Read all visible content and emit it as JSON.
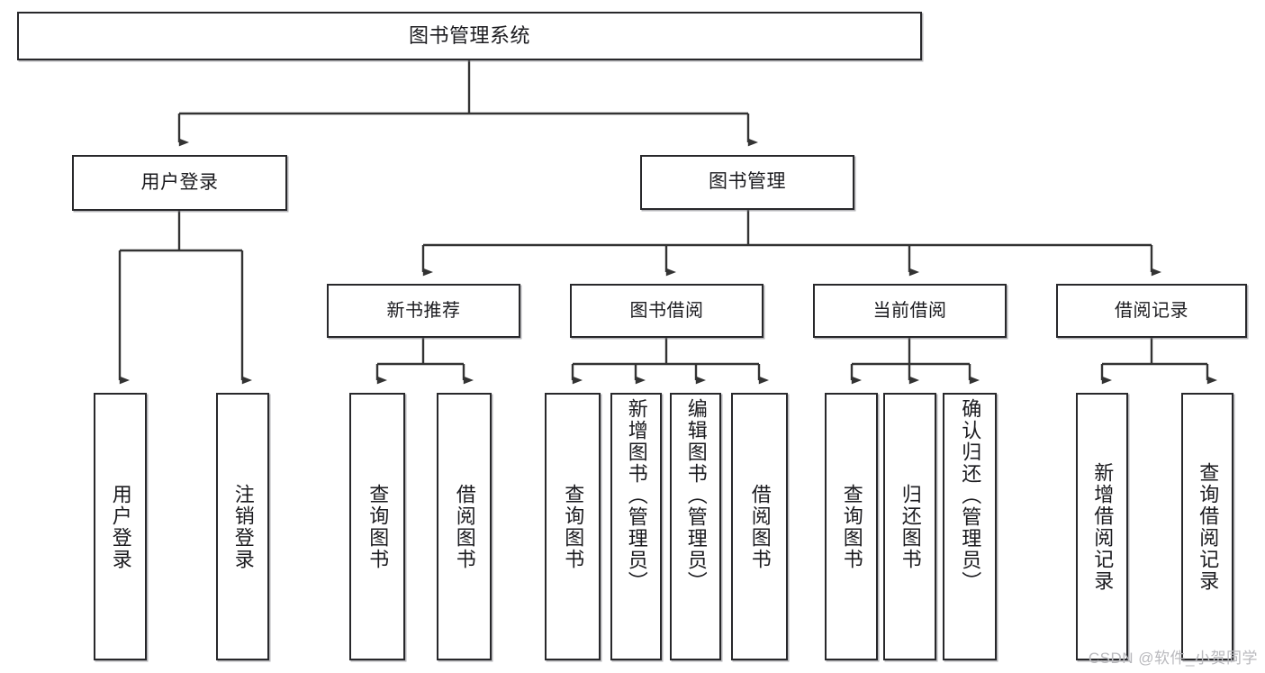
{
  "diagram": {
    "title_node": {
      "label": "图书管理系统"
    },
    "level2": [
      {
        "id": "user-login",
        "label": "用户登录"
      },
      {
        "id": "book-management",
        "label": "图书管理"
      }
    ],
    "level3": [
      {
        "id": "new-book-recommend",
        "label": "新书推荐"
      },
      {
        "id": "book-borrow",
        "label": "图书借阅"
      },
      {
        "id": "current-borrow",
        "label": "当前借阅"
      },
      {
        "id": "borrow-record",
        "label": "借阅记录"
      }
    ],
    "leaves": [
      {
        "id": "leaf-user-login",
        "label": "用户登录",
        "parent": "用户登录"
      },
      {
        "id": "leaf-logout-login",
        "label": "注销登录",
        "parent": "用户登录"
      },
      {
        "id": "leaf-query-book-1",
        "label": "查询图书",
        "parent": "新书推荐"
      },
      {
        "id": "leaf-borrow-book-1",
        "label": "借阅图书",
        "parent": "新书推荐"
      },
      {
        "id": "leaf-query-book-2",
        "label": "查询图书",
        "parent": "图书借阅"
      },
      {
        "id": "leaf-add-book-admin",
        "label": "新增图书（管理员）",
        "parent": "图书借阅"
      },
      {
        "id": "leaf-edit-book-admin",
        "label": "编辑图书（管理员）",
        "parent": "图书借阅"
      },
      {
        "id": "leaf-borrow-book-2",
        "label": "借阅图书",
        "parent": "图书借阅"
      },
      {
        "id": "leaf-query-book-3",
        "label": "查询图书",
        "parent": "当前借阅"
      },
      {
        "id": "leaf-return-book",
        "label": "归还图书",
        "parent": "当前借阅"
      },
      {
        "id": "leaf-confirm-return-admin",
        "label": "确认归还（管理员）",
        "parent": "当前借阅"
      },
      {
        "id": "leaf-add-borrow-record",
        "label": "新增借阅记录",
        "parent": "借阅记录"
      },
      {
        "id": "leaf-query-borrow-record",
        "label": "查询借阅记录",
        "parent": "借阅记录"
      }
    ],
    "watermark": "CSDN @软件_小贺同学",
    "colors": {
      "box_border": "#28282b",
      "box_fill": "#ffffff",
      "connector": "#333333",
      "text": "#1b1b1f",
      "watermark": "#b9b9bd"
    }
  }
}
